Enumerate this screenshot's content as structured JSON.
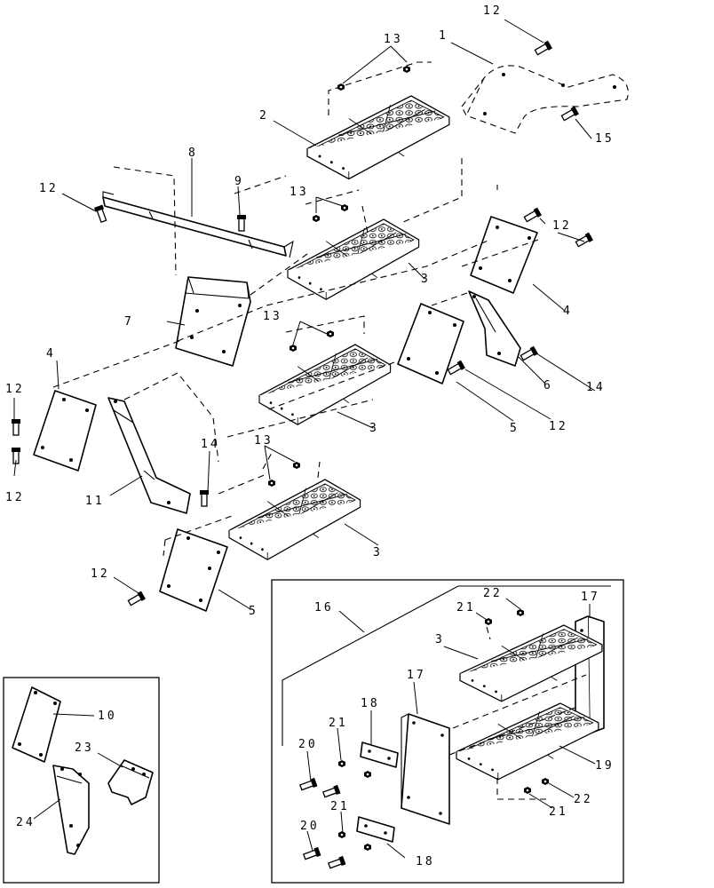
{
  "diagram": {
    "callouts": {
      "c1": "1",
      "c2": "2",
      "c3a": "3",
      "c3b": "3",
      "c3c": "3",
      "c3d": "3",
      "c4a": "4",
      "c4b": "4",
      "c5a": "5",
      "c5b": "5",
      "c6": "6",
      "c7": "7",
      "c8": "8",
      "c9": "9",
      "c10": "10",
      "c11": "11",
      "c12a": "12",
      "c12b": "12",
      "c12c": "12",
      "c12d": "12",
      "c12e": "12",
      "c12f": "12",
      "c12g": "12",
      "c13a": "13",
      "c13b": "13",
      "c13c": "13",
      "c13d": "13",
      "c14a": "14",
      "c14b": "14",
      "c15": "15",
      "c16": "16",
      "c17a": "17",
      "c17b": "17",
      "c18a": "18",
      "c18b": "18",
      "c19": "19",
      "c20a": "20",
      "c20b": "20",
      "c21a": "21",
      "c21b": "21",
      "c21c": "21",
      "c21d": "21",
      "c22a": "22",
      "c22b": "22",
      "c23": "23",
      "c24": "24"
    }
  }
}
